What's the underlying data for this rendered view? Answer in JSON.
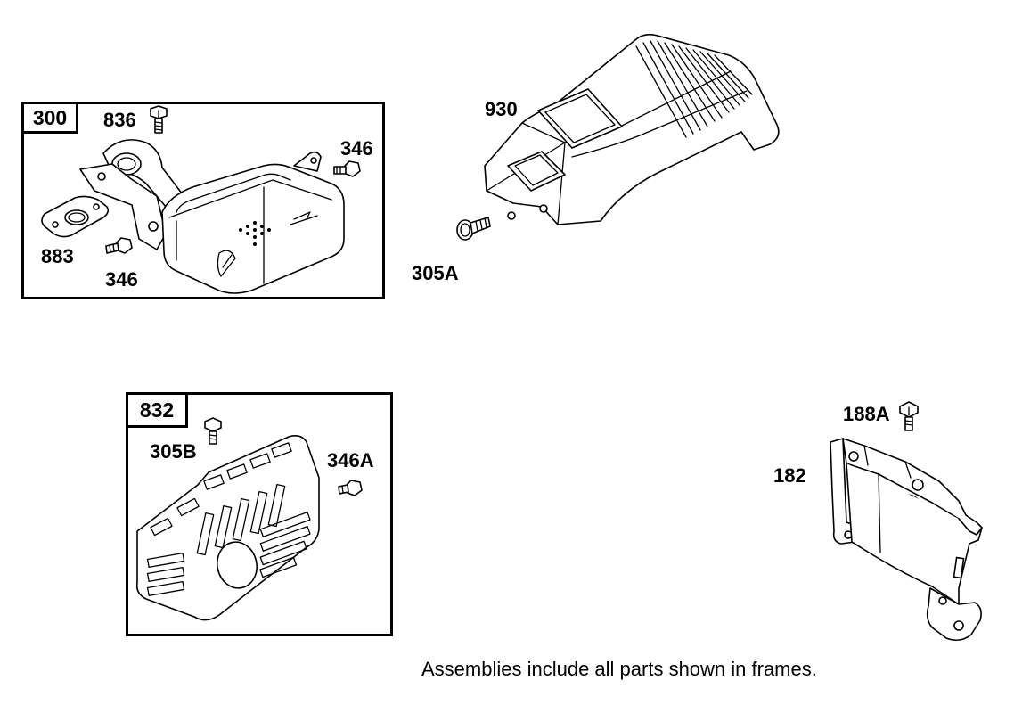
{
  "assemblies": {
    "muffler_assembly": "300",
    "guard_assembly": "832"
  },
  "callouts": {
    "muffler_screw_top": "836",
    "muffler_screw_right": "346",
    "muffler_gasket": "883",
    "muffler_screw_bottom": "346",
    "shroud": "930",
    "shroud_screw": "305A",
    "guard_screw_top": "305B",
    "guard_screw_right": "346A",
    "bracket_screw": "188A",
    "bracket": "182"
  },
  "note": "Assemblies include all parts shown in frames."
}
